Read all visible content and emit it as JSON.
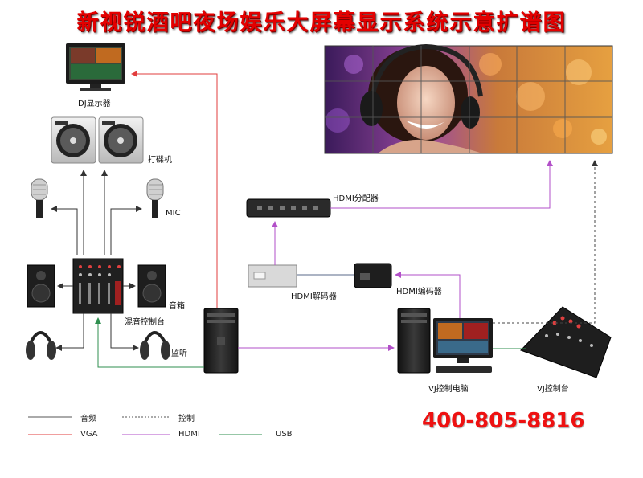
{
  "title": "新视锐酒吧夜场娱乐大屏幕显示系统示意扩谱图",
  "labels": {
    "dj_monitor": "DJ显示器",
    "cd_player": "打碟机",
    "mic": "MIC",
    "speaker": "音箱",
    "mixer": "混音控制台",
    "monitor_phones": "监听",
    "hdmi_splitter": "HDMI分配器",
    "hdmi_decoder": "HDMI解码器",
    "hdmi_encoder": "HDMI编码器",
    "vj_pc": "VJ控制电脑",
    "vj_console": "VJ控制台"
  },
  "legend": {
    "audio": "音频",
    "control": "控制",
    "vga": "VGA",
    "hdmi": "HDMI",
    "usb": "USB"
  },
  "phone": "400-805-8816",
  "colors": {
    "audio": "#555555",
    "control": "#444444",
    "vga": "#e23c3c",
    "hdmi": "#b24fc8",
    "usb": "#2f8f4f"
  }
}
